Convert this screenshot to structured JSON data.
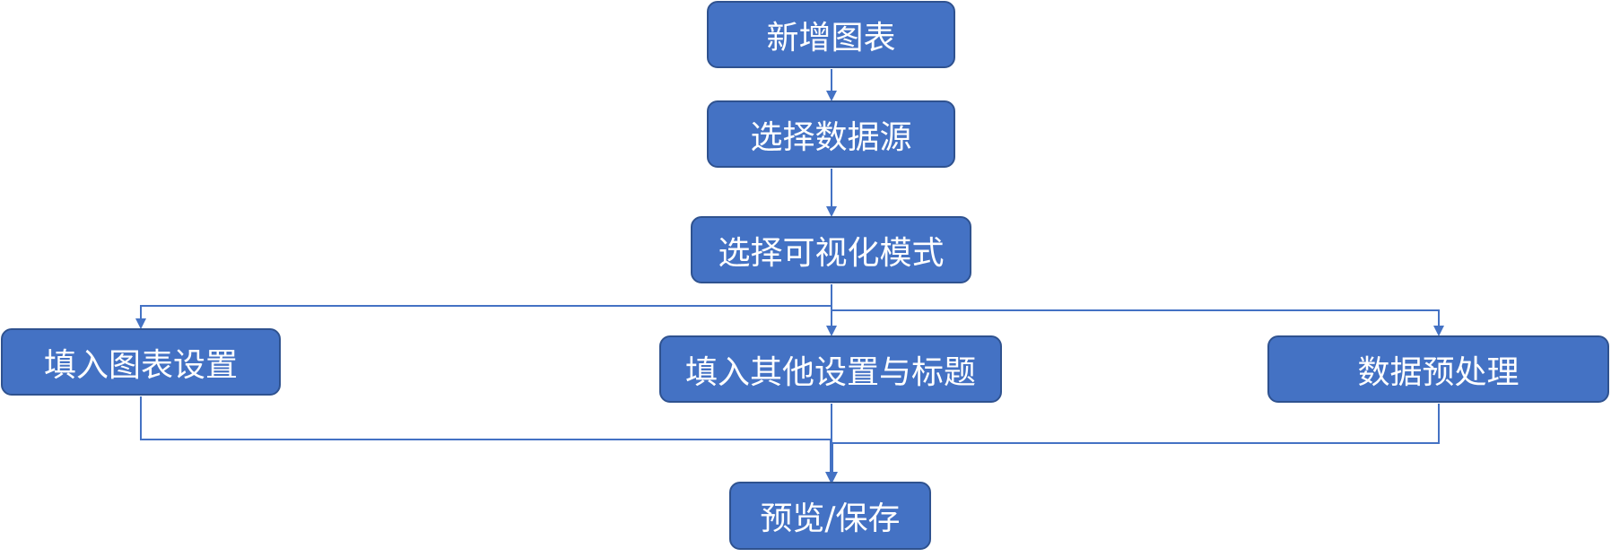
{
  "diagram": {
    "accent_fill": "#4472c4",
    "accent_border": "#2f528f",
    "text_color": "#ffffff",
    "nodes": {
      "add_chart": "新增图表",
      "select_source": "选择数据源",
      "select_vis_mode": "选择可视化模式",
      "fill_chart_settings": "填入图表设置",
      "fill_other_settings": "填入其他设置与标题",
      "data_preprocess": "数据预处理",
      "preview_save": "预览/保存"
    },
    "edges": [
      [
        "add_chart",
        "select_source"
      ],
      [
        "select_source",
        "select_vis_mode"
      ],
      [
        "select_vis_mode",
        "fill_chart_settings"
      ],
      [
        "select_vis_mode",
        "fill_other_settings"
      ],
      [
        "select_vis_mode",
        "data_preprocess"
      ],
      [
        "fill_chart_settings",
        "preview_save"
      ],
      [
        "fill_other_settings",
        "preview_save"
      ],
      [
        "data_preprocess",
        "preview_save"
      ]
    ]
  }
}
